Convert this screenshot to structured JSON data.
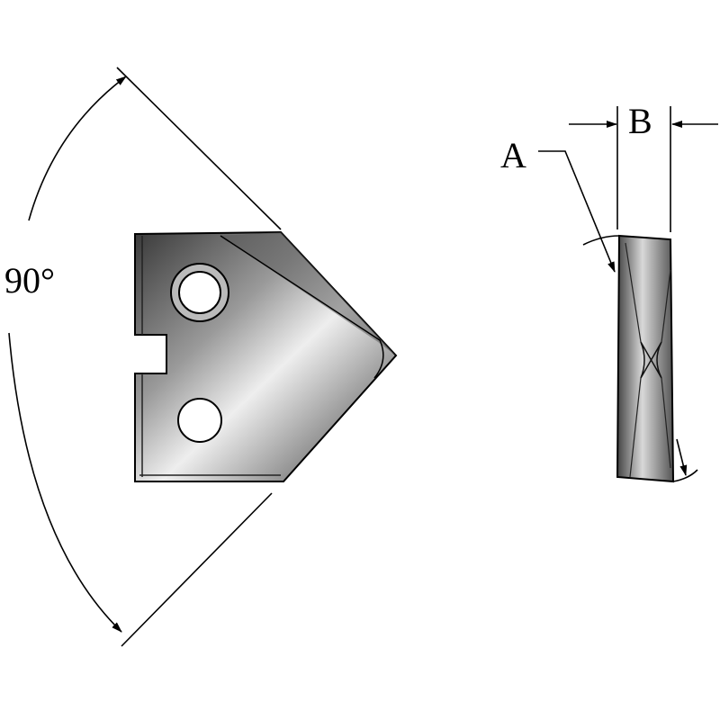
{
  "labels": {
    "angle": "90°",
    "dim_a": "A",
    "dim_b": "B"
  },
  "colors": {
    "line": "#000000",
    "metal_dark": "#3a3a3a",
    "metal_light": "#e8e8e8"
  }
}
